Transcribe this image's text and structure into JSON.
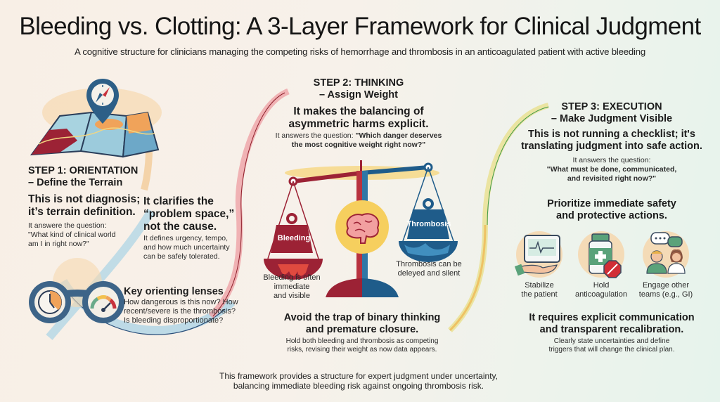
{
  "header": {
    "title": "Bleeding vs. Clotting: A 3-Layer Framework for Clinical Judgment",
    "subtitle": "A cognitive structure for clinicians managing the competing risks of hemorrhage and thrombosis in an anticoagulated patient with active bleeding"
  },
  "step1": {
    "heading_line1": "STEP 1: ORIENTATION",
    "heading_line2": "– Define the Terrain",
    "lead_line1": "This is not diagnosis;",
    "lead_line2": "it’s terrain definition.",
    "question_line1": "It answere the question:",
    "question_line2": "\"What kind of clinical world",
    "question_line3": "am I in right now?\"",
    "clarify_line1": "It clarifies the",
    "clarify_line2": "“problem space,”",
    "clarify_line3": "not the cause.",
    "clarify_body_line1": "It defines urgency, tempo,",
    "clarify_body_line2": "and how much uncertainty",
    "clarify_body_line3": "can be safely tolerated.",
    "lenses_title": "Key orienting lenses",
    "lenses_line1": "How dangerous is this now? How",
    "lenses_line2": "recent/severe is the thrombosis?",
    "lenses_line3": "Is bleeding disproportionate?",
    "icons": [
      "map-icon",
      "compass-pin-icon",
      "binoculars-icon",
      "clock-icon",
      "gauge-icon"
    ]
  },
  "step2": {
    "heading_line1": "STEP 2: THINKING",
    "heading_line2": "– Assign Weight",
    "lead_line1": "It makes the balancing of",
    "lead_line2": "asymmetric harms explicit.",
    "question_prefix": "It answers the question: ",
    "question_bold_line1": "\"Which danger deserves",
    "question_bold_line2": "the most cognitive weight right now?\"",
    "weight_left_label": "Bleeding",
    "weight_right_label": "Thrombosis",
    "left_caption_line1": "Bleeding is often",
    "left_caption_line2": "immediate",
    "left_caption_line3": "and visible",
    "right_caption_line1": "Thrombosis can be",
    "right_caption_line2": "deleyed and silent",
    "trap_line1": "Avoid the trap of binary thinking",
    "trap_line2": "and premature closure.",
    "trap_body_line1": "Hold both bleeding and thrombosis as competing",
    "trap_body_line2": "risks, revising their weight as now data appears.",
    "colors": {
      "bleeding": "#9c2235",
      "thrombosis": "#1f5c8a",
      "brain_bg": "#f6cf5e"
    }
  },
  "step3": {
    "heading_line1": "STEP 3: EXECUTION",
    "heading_line2": "– Make Judgment Visible",
    "lead_line1": "This is not running a checklist; it's",
    "lead_line2": "translating judgment into safe action.",
    "question_line1": "It answers the question:",
    "question_bold_line1": "\"What must be done, communicated,",
    "question_bold_line2": "and revisited right now?\"",
    "priority_line1": "Prioritize immediate safety",
    "priority_line2": "and protective actions.",
    "actions": [
      {
        "icon": "monitor-hand-icon",
        "label_line1": "Stabilize",
        "label_line2": "the patient"
      },
      {
        "icon": "pill-bottle-stop-icon",
        "label_line1": "Hold",
        "label_line2": "anticoagulation"
      },
      {
        "icon": "team-chat-icon",
        "label_line1": "Engage other",
        "label_line2": "teams (e.g., GI)"
      }
    ],
    "comm_line1": "It requires explicit communication",
    "comm_line2": "and transparent recalibration.",
    "comm_body_line1": "Clearly state uncertainties and define",
    "comm_body_line2": "triggers that will change the clinical plan."
  },
  "footer": {
    "line1": "This framework provides a structure for expert judgment under uncertainty,",
    "line2": "balancing immediate bleeding risk against ongoing thrombosis risk."
  }
}
